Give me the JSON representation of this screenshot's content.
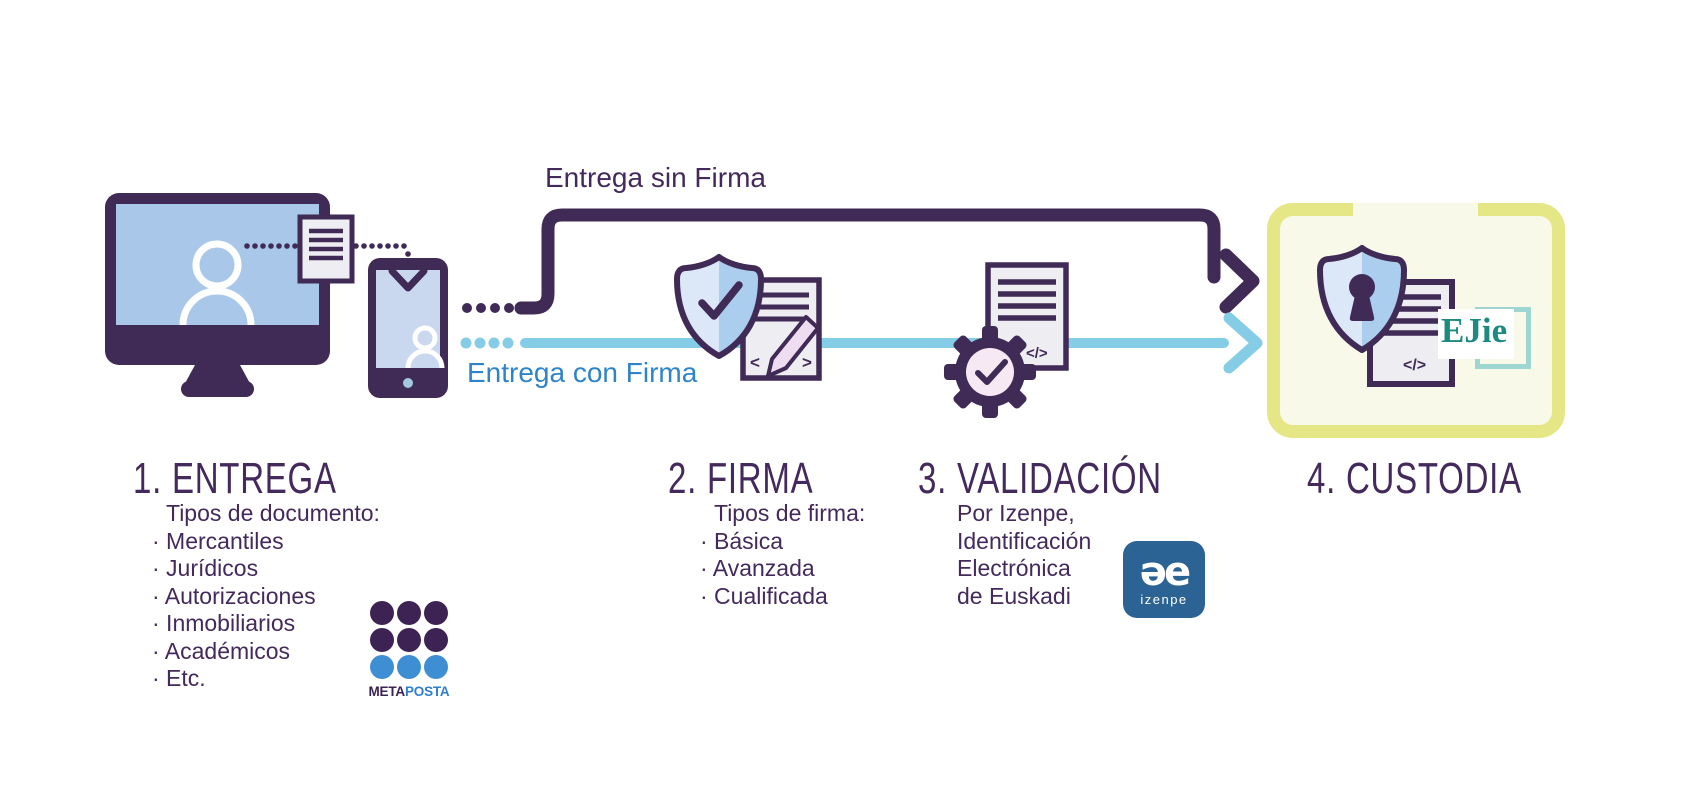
{
  "colors": {
    "purple": "#44295c",
    "flow_blue": "#85cde6",
    "label_blue": "#2e84c9",
    "custody_border": "#e5e787",
    "custody_fill": "#f8f9e9",
    "ejie_teal": "#1d8a82",
    "izenpe_blue": "#2a6394",
    "metaposta_purple": "#3d2354",
    "metaposta_blue": "#2e7fd0"
  },
  "flow": {
    "without_signature_label": "Entrega sin Firma",
    "with_signature_label": "Entrega con Firma"
  },
  "steps": [
    {
      "title": "1. ENTREGA",
      "subtitle": "Tipos de documento:",
      "items": [
        "· Mercantiles",
        "· Jurídicos",
        "· Autorizaciones",
        "· Inmobiliarios",
        "· Académicos",
        "· Etc."
      ]
    },
    {
      "title": "2. FIRMA",
      "subtitle": "Tipos de firma:",
      "items": [
        "· Básica",
        "· Avanzada",
        "· Cualificada"
      ]
    },
    {
      "title": "3. VALIDACIÓN",
      "lines": [
        "Por Izenpe,",
        "Identificación",
        "Electrónica",
        "de Euskadi"
      ]
    },
    {
      "title": "4. CUSTODIA"
    }
  ],
  "logos": {
    "metaposta": {
      "meta": "META",
      "posta": "POSTA"
    },
    "izenpe": {
      "symbol": "əe",
      "name": "izenpe"
    },
    "ejie": {
      "name": "EJie"
    }
  },
  "glyphs": {
    "code": "</>",
    "angle_left": "<",
    "angle_right": ">"
  }
}
